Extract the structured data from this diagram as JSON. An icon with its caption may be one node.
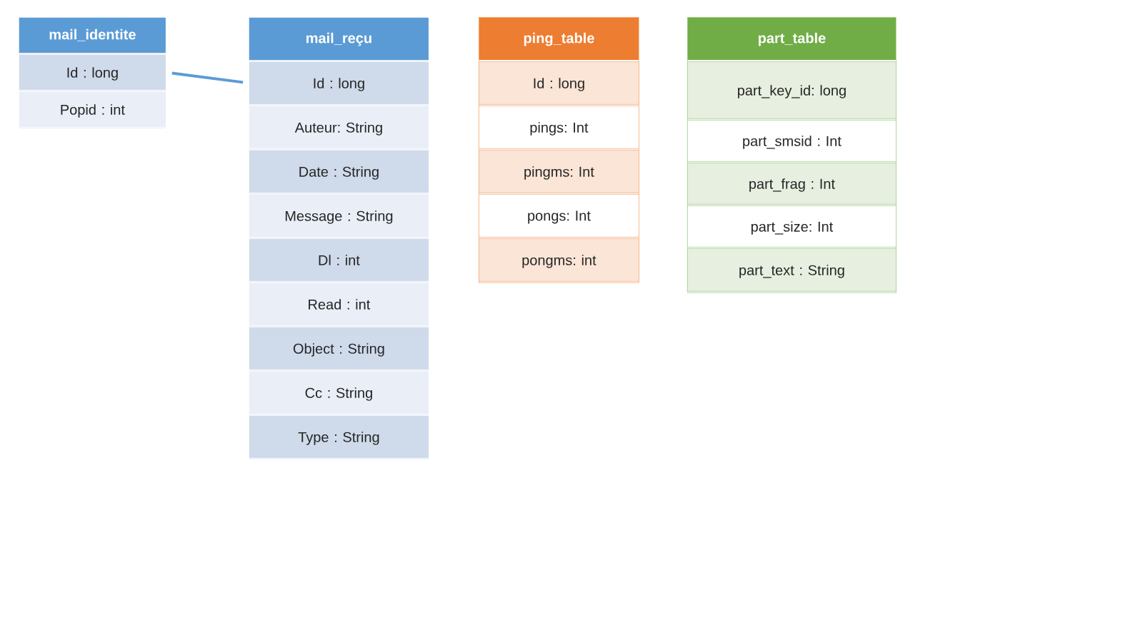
{
  "diagram": {
    "nodes": [
      {
        "text": [
          "mail_identite"
        ]
      },
      {
        "text": [
          "Id : long"
        ],
        "in": 0
      },
      {
        "text": [
          "Popid : int"
        ],
        "in": 0
      },
      {
        "text": [
          "mail_reçu"
        ]
      },
      {
        "text": [
          "Id : long"
        ],
        "in": 3
      },
      {
        "text": [
          "Auteur: String"
        ],
        "in": 3
      },
      {
        "text": [
          "Date : String"
        ],
        "in": 3
      },
      {
        "text": [
          "Message : String"
        ],
        "in": 3
      },
      {
        "text": [
          "Dl : int"
        ],
        "in": 3
      },
      {
        "text": [
          "Read : int"
        ],
        "in": 3
      },
      {
        "text": [
          "Object : String"
        ],
        "in": 3
      },
      {
        "text": [
          "Cc : String"
        ],
        "in": 3
      },
      {
        "text": [
          "Type : String"
        ],
        "in": 3
      },
      {
        "text": [
          "ping_table"
        ]
      },
      {
        "text": [
          "Id : long"
        ],
        "in": 13
      },
      {
        "text": [
          "pings: Int"
        ],
        "in": 13
      },
      {
        "text": [
          "pingms: Int"
        ],
        "in": 13
      },
      {
        "text": [
          "pongs: Int"
        ],
        "in": 13
      },
      {
        "text": [
          "pongms: int"
        ],
        "in": 13
      },
      {
        "text": [
          "part_table"
        ]
      },
      {
        "text": [
          "part_key_id: long"
        ],
        "in": 19
      },
      {
        "text": [
          "part_smsid : Int"
        ],
        "in": 19
      },
      {
        "text": [
          "part_frag : Int"
        ],
        "in": 19
      },
      {
        "text": [
          "part_size: Int"
        ],
        "in": 19
      },
      {
        "text": [
          "part_text : String"
        ],
        "in": 19
      }
    ],
    "edges": [
      {
        "from": 1,
        "to": 4,
        "arrow": "none"
      }
    ]
  }
}
